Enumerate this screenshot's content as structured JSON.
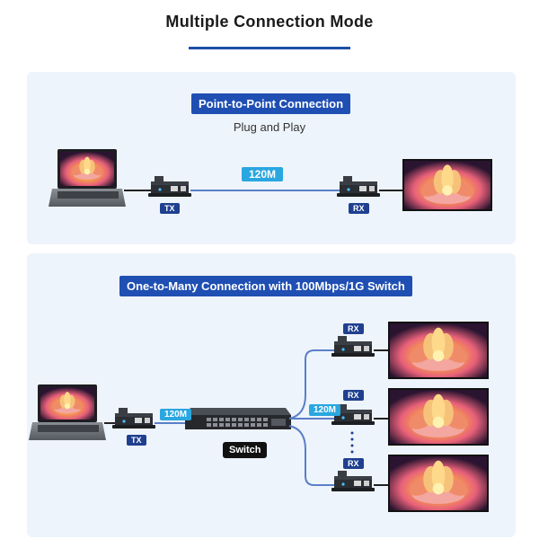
{
  "title": "Multiple Connection Mode",
  "point_to_point": {
    "heading": "Point-to-Point Connection",
    "subtitle": "Plug and Play",
    "speed": "120M",
    "tx_label": "TX",
    "rx_label": "RX"
  },
  "one_to_many": {
    "heading": "One-to-Many Connection with 100Mbps/1G Switch",
    "tx_label": "TX",
    "speed_in": "120M",
    "speed_out": "120M",
    "switch_label": "Switch",
    "rx_labels": [
      "RX",
      "RX",
      "RX"
    ]
  },
  "colors": {
    "accent": "#1f4fb3",
    "speed_badge": "#2aa6e0",
    "panel_bg": "#eef4fb",
    "cable": "#5a7fc8"
  }
}
